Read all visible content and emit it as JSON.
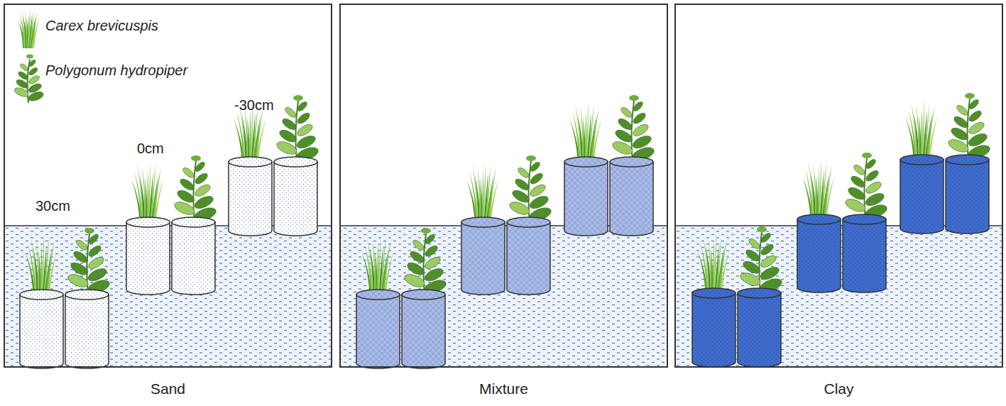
{
  "diagram": {
    "nodes": [
      {
        "text": [
          "Sand"
        ]
      },
      {
        "text": [
          "Mixture"
        ]
      },
      {
        "text": [
          "Clay"
        ]
      }
    ],
    "labels": [
      "30cm",
      "0cm",
      "-30cm"
    ],
    "legend": [
      {
        "text": "Carex brevicuspis"
      },
      {
        "text": "Polygonum hydropiper"
      }
    ]
  }
}
